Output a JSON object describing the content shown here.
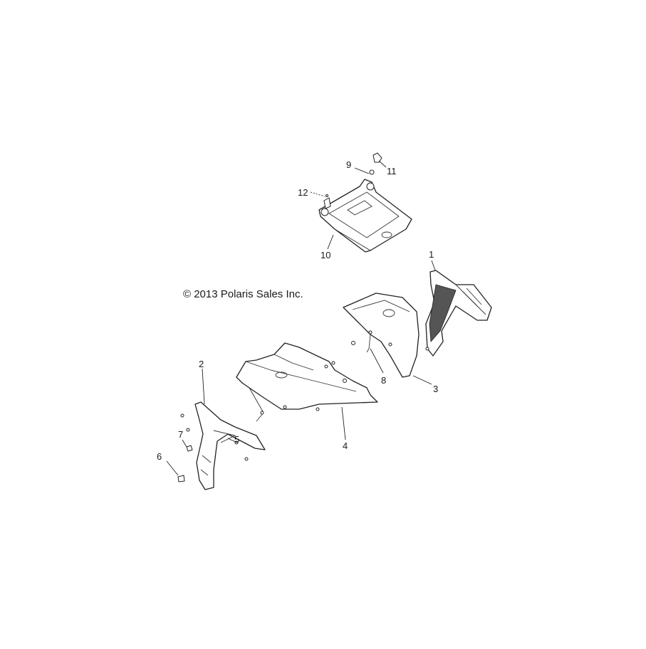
{
  "copyright": "© 2013 Polaris Sales Inc.",
  "callouts": [
    {
      "id": "1",
      "label": "1"
    },
    {
      "id": "2",
      "label": "2"
    },
    {
      "id": "3",
      "label": "3"
    },
    {
      "id": "4",
      "label": "4"
    },
    {
      "id": "5",
      "label": "5"
    },
    {
      "id": "6",
      "label": "6"
    },
    {
      "id": "7",
      "label": "7"
    },
    {
      "id": "8",
      "label": "8"
    },
    {
      "id": "9",
      "label": "9"
    },
    {
      "id": "10",
      "label": "10"
    },
    {
      "id": "11",
      "label": "11"
    },
    {
      "id": "12",
      "label": "12"
    }
  ]
}
